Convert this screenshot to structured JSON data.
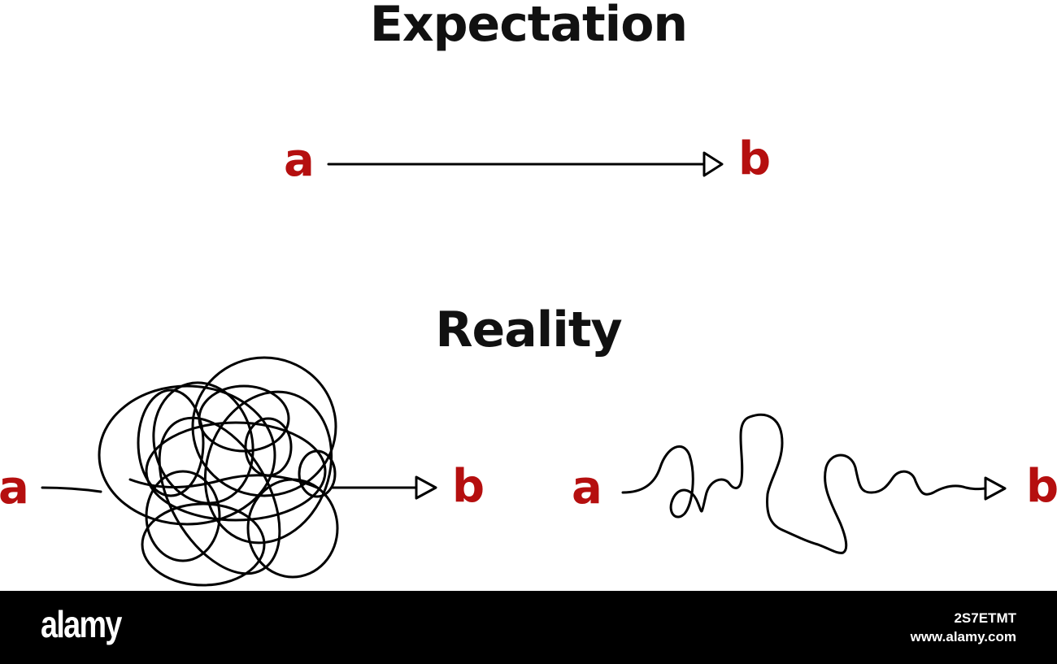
{
  "titles": {
    "expectation": "Expectation",
    "reality": "Reality"
  },
  "points": {
    "start": "a",
    "end": "b"
  },
  "watermark": {
    "brand": "alamy",
    "image_id": "2S7ETMT",
    "site": "www.alamy.com"
  },
  "colors": {
    "letters": "#b50f0f",
    "lines": "#000000",
    "titles": "#111111",
    "footer": "#000000"
  },
  "icons": [
    "arrow-head-icon"
  ]
}
